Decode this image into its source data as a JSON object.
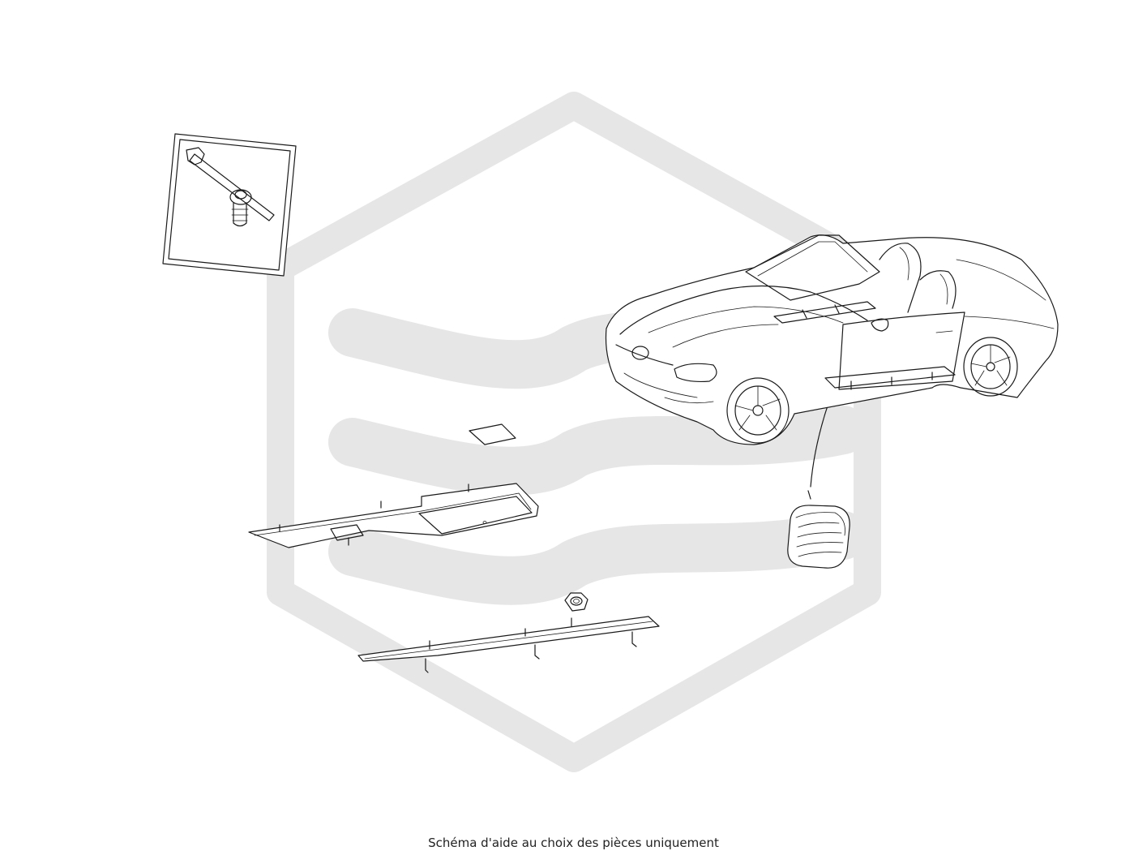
{
  "caption": "Schéma d'aide au choix des pièces uniquement",
  "colors": {
    "line": "#1a1a1a",
    "watermark": "#e6e6e6",
    "background": "#ffffff"
  },
  "parts": [
    {
      "name": "clip-strap-detail"
    },
    {
      "name": "insulation-pad-small"
    },
    {
      "name": "sill-trim-panel"
    },
    {
      "name": "rubber-grommet"
    },
    {
      "name": "hex-nut"
    },
    {
      "name": "sill-support-rail"
    },
    {
      "name": "vehicle-overview"
    }
  ]
}
